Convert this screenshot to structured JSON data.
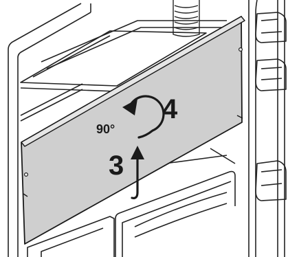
{
  "figure": {
    "angle_label": "90°",
    "steps": [
      {
        "number": "3",
        "action": "lift-up"
      },
      {
        "number": "4",
        "action": "rotate"
      }
    ],
    "colors": {
      "panel": "#cfcfcf",
      "panel_edge": "#1a1a1a",
      "line": "#222222",
      "background": "#ffffff"
    }
  }
}
